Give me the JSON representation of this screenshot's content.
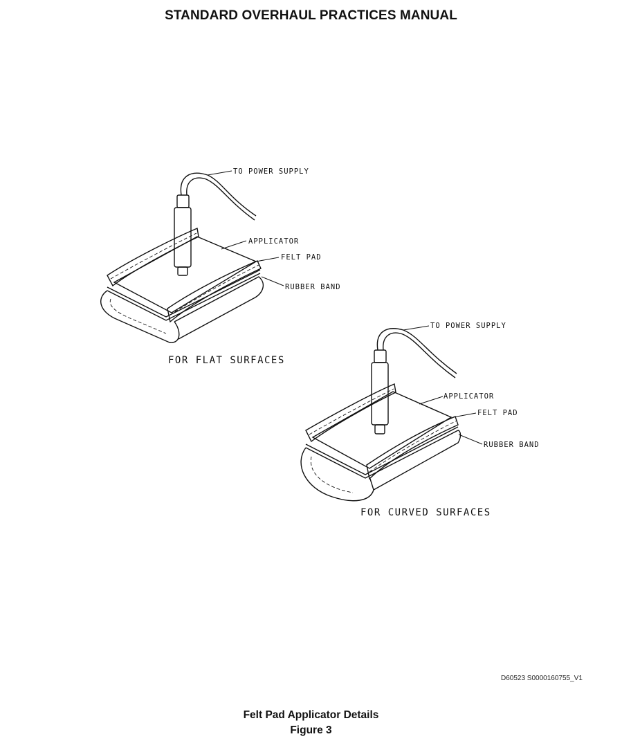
{
  "header": {
    "title": "STANDARD OVERHAUL PRACTICES MANUAL"
  },
  "figure_flat": {
    "labels": {
      "power": "TO POWER SUPPLY",
      "applicator": "APPLICATOR",
      "felt": "FELT PAD",
      "rubber": "RUBBER BAND"
    },
    "caption": "FOR FLAT SURFACES"
  },
  "figure_curved": {
    "labels": {
      "power": "TO POWER SUPPLY",
      "applicator": "APPLICATOR",
      "felt": "FELT PAD",
      "rubber": "RUBBER BAND"
    },
    "caption": "FOR CURVED SURFACES"
  },
  "doc_id": "D60523 S0000160755_V1",
  "caption": {
    "title": "Felt Pad Applicator Details",
    "figure": "Figure 3"
  }
}
